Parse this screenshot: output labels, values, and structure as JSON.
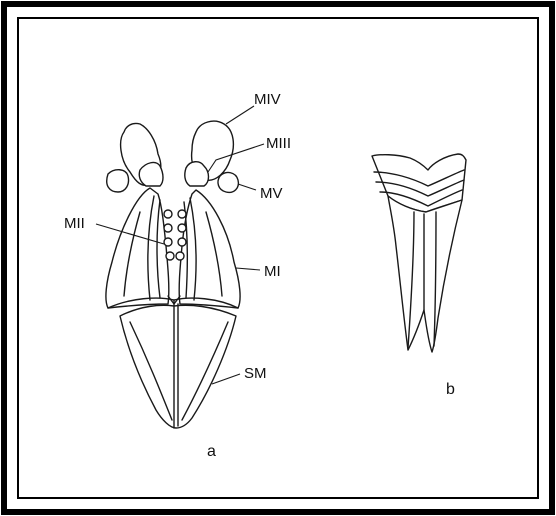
{
  "labels": {
    "miv": "MIV",
    "miii": "MIII",
    "mv": "MV",
    "mii": "MII",
    "mi": "MI",
    "sm": "SM"
  },
  "panels": {
    "a": "a",
    "b": "b"
  }
}
